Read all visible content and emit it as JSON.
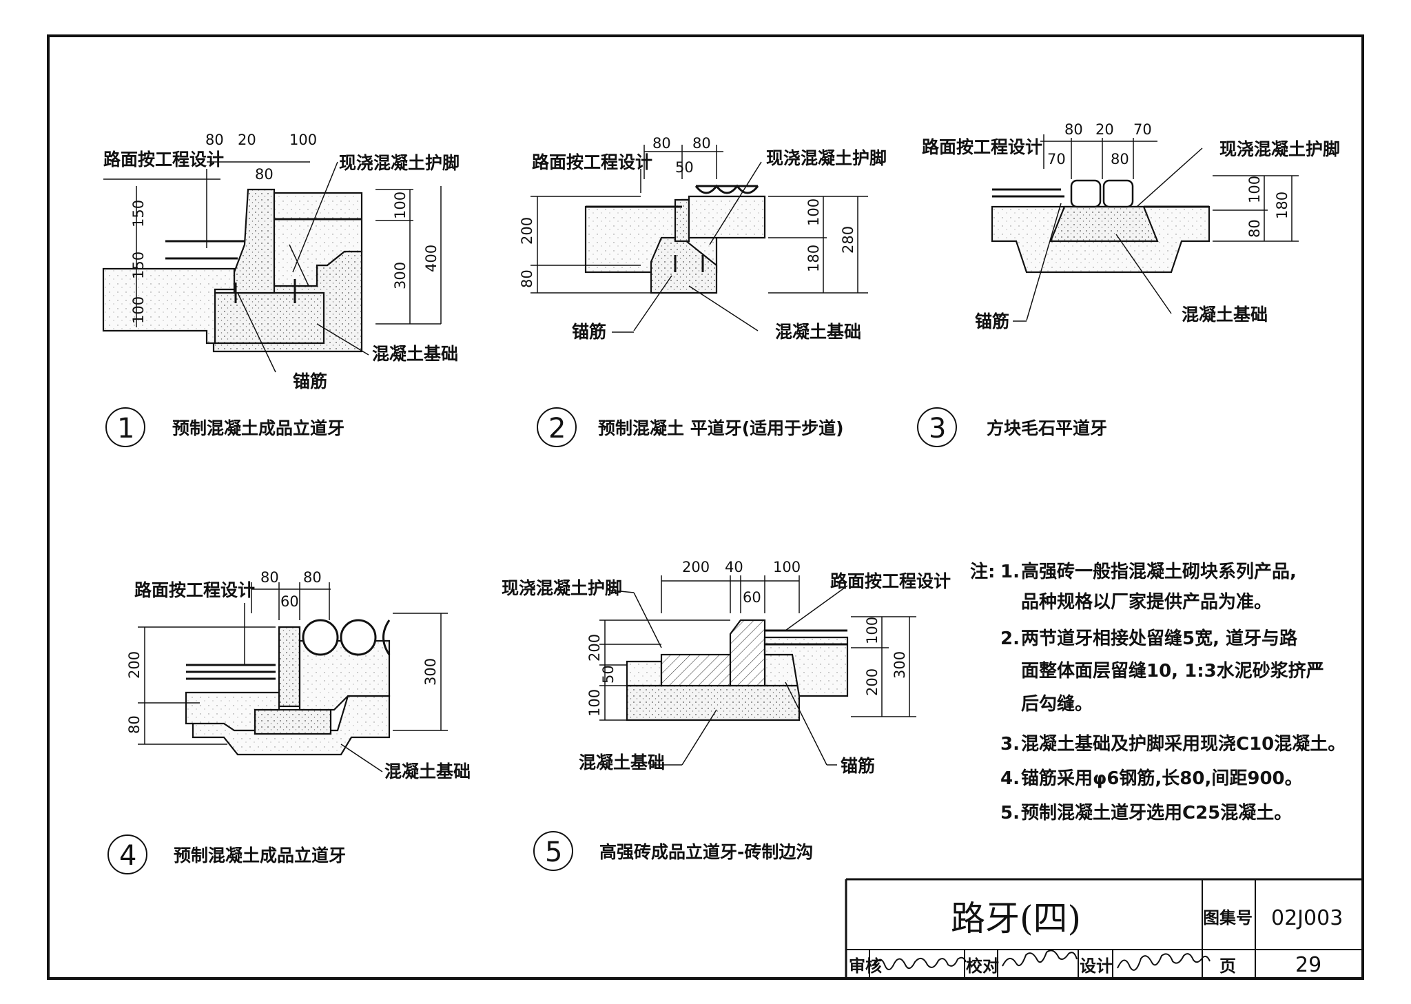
{
  "labels": {
    "road_surface": "路面按工程设计",
    "cast_concrete_toe": "现浇混凝土护脚",
    "concrete_base": "混凝土基础",
    "anchor_bar": "锚筋"
  },
  "details": [
    {
      "number": "1",
      "caption": "预制混凝土成品立道牙",
      "dims_top": [
        "80",
        "20",
        "100",
        "80"
      ],
      "dims_left": [
        "150",
        "150",
        "100"
      ],
      "dims_right": [
        "100",
        "300",
        "400"
      ]
    },
    {
      "number": "2",
      "caption": "预制混凝土 平道牙(适用于步道)",
      "dims_top": [
        "80",
        "80",
        "50"
      ],
      "dims_left": [
        "200",
        "80"
      ],
      "dims_right": [
        "100",
        "180",
        "280"
      ]
    },
    {
      "number": "3",
      "caption": "方块毛石平道牙",
      "dims_top": [
        "80",
        "20",
        "70",
        "70",
        "80"
      ],
      "dims_right": [
        "100",
        "80",
        "180"
      ]
    },
    {
      "number": "4",
      "caption": "预制混凝土成品立道牙",
      "dims_top": [
        "80",
        "80",
        "60"
      ],
      "dims_left": [
        "200",
        "80"
      ],
      "dims_right": [
        "300"
      ]
    },
    {
      "number": "5",
      "caption": "高强砖成品立道牙-砖制边沟",
      "dims_top": [
        "200",
        "40",
        "100",
        "60"
      ],
      "dims_left": [
        "200",
        "50",
        "100"
      ],
      "dims_right": [
        "100",
        "200",
        "300"
      ]
    }
  ],
  "notes": {
    "prefix": "注:",
    "items": [
      {
        "num": "1.",
        "lines": [
          "高强砖一般指混凝土砌块系列产品,",
          "品种规格以厂家提供产品为准。"
        ]
      },
      {
        "num": "2.",
        "lines": [
          "两节道牙相接处留缝5宽, 道牙与路",
          "面整体面层留缝10, 1:3水泥砂浆挤严",
          "后勾缝。"
        ]
      },
      {
        "num": "3.",
        "lines": [
          "混凝土基础及护脚采用现浇C10混凝土。"
        ]
      },
      {
        "num": "4.",
        "lines": [
          "锚筋采用φ6钢筋,长80,间距900。"
        ]
      },
      {
        "num": "5.",
        "lines": [
          "预制混凝土道牙选用C25混凝土。"
        ]
      }
    ]
  },
  "title_block": {
    "title": "路牙(四)",
    "atlas_label": "图集号",
    "atlas_no": "02J003",
    "review_label": "审核",
    "check_label": "校对",
    "design_label": "设计",
    "page_label": "页",
    "page_no": "29"
  }
}
